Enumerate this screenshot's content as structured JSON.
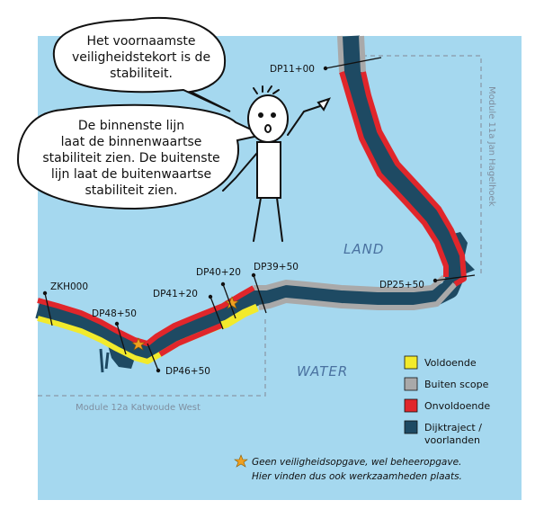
{
  "bubbles": {
    "top": [
      "Het voornaamste",
      "veiligheidstekort is de",
      "stabiliteit."
    ],
    "left": [
      "De binnenste lijn",
      "laat de binnenwaartse",
      "stabiliteit zien. De buitenste",
      "lijn laat de buitenwaartse",
      "stabiliteit zien."
    ]
  },
  "areas": {
    "land": "LAND",
    "water": "WATER"
  },
  "modules": {
    "east": "Module 11a Jan Hagelhoek",
    "west": "Module 12a Katwoude West"
  },
  "points": {
    "dp11": "DP11+00",
    "dp25": "DP25+50",
    "dp39": "DP39+50",
    "dp40": "DP40+20",
    "dp41": "DP41+20",
    "dp46": "DP46+50",
    "dp48": "DP48+50",
    "zkh": "ZKH000"
  },
  "legend": [
    {
      "label": "Voldoende",
      "color": "#f2ea2c"
    },
    {
      "label": "Buiten scope",
      "color": "#a9a9a9"
    },
    {
      "label": "Onvoldoende",
      "color": "#e0262b"
    },
    {
      "label": "Dijktraject /",
      "label2": "voorlanden",
      "color": "#1e4a63"
    }
  ],
  "note": [
    "Geen veiligheidsopgave, wel beheeropgave.",
    "Hier vinden dus ook werkzaamheden plaats."
  ],
  "colors": {
    "water": "#a5d8ef",
    "dike": "#1e4a63",
    "red": "#e0262b",
    "yellow": "#f2ea2c",
    "grey": "#a9a9a9",
    "star": "#f0a020"
  }
}
